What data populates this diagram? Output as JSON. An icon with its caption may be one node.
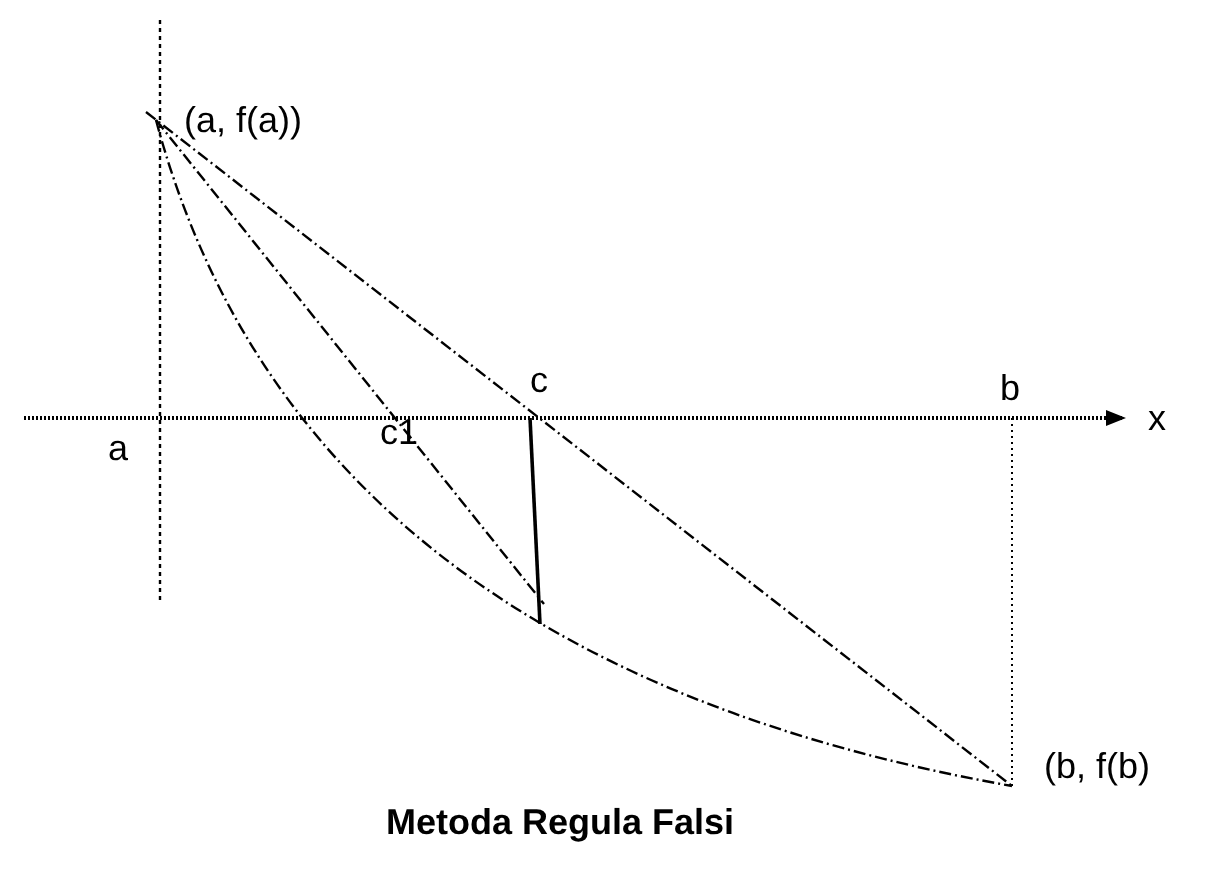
{
  "diagram": {
    "caption": "Metoda Regula Falsi",
    "labels": [
      "(a, f(a))",
      "c",
      "b",
      "x",
      "a",
      "c1",
      "(b, f(b)"
    ]
  }
}
